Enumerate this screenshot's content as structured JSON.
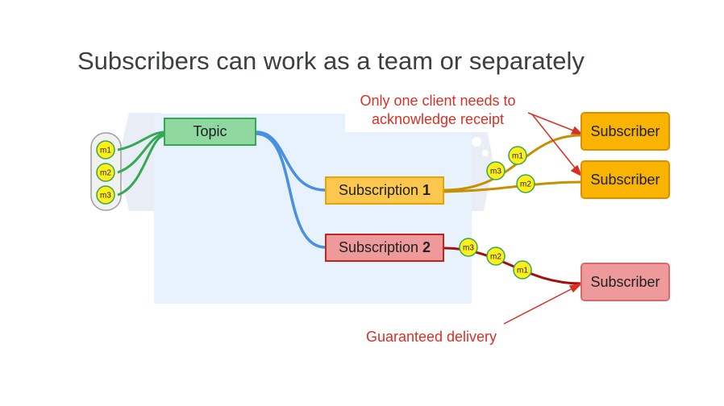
{
  "title": "Subscribers can work as a team or separately",
  "topic": {
    "label": "Topic"
  },
  "subscriptions": [
    {
      "label": "Subscription",
      "number": "1"
    },
    {
      "label": "Subscription",
      "number": "2"
    }
  ],
  "subscribers": [
    {
      "label": "Subscriber"
    },
    {
      "label": "Subscriber"
    },
    {
      "label": "Subscriber"
    }
  ],
  "publisher_messages": [
    "m1",
    "m2",
    "m3"
  ],
  "subscription1_messages": [
    "m1",
    "m3",
    "m2"
  ],
  "subscription2_messages": [
    "m3",
    "m2",
    "m1"
  ],
  "annotations": {
    "team_line1": "Only one client needs to",
    "team_line2": "acknowledge receipt",
    "separate": "Guaranteed delivery"
  },
  "colors": {
    "background_panel": "#e8f2fd",
    "topic_fill": "#8fd8a0",
    "topic_link": "#34a853",
    "subscription_link": "#4a90e2",
    "subscription1_fill": "#fbc74f",
    "subscription2_fill": "#ef9a9a",
    "team_link": "#c69100",
    "separate_link": "#a50e0e",
    "message_fill": "#ffee1a",
    "annotation": "#d93025"
  }
}
